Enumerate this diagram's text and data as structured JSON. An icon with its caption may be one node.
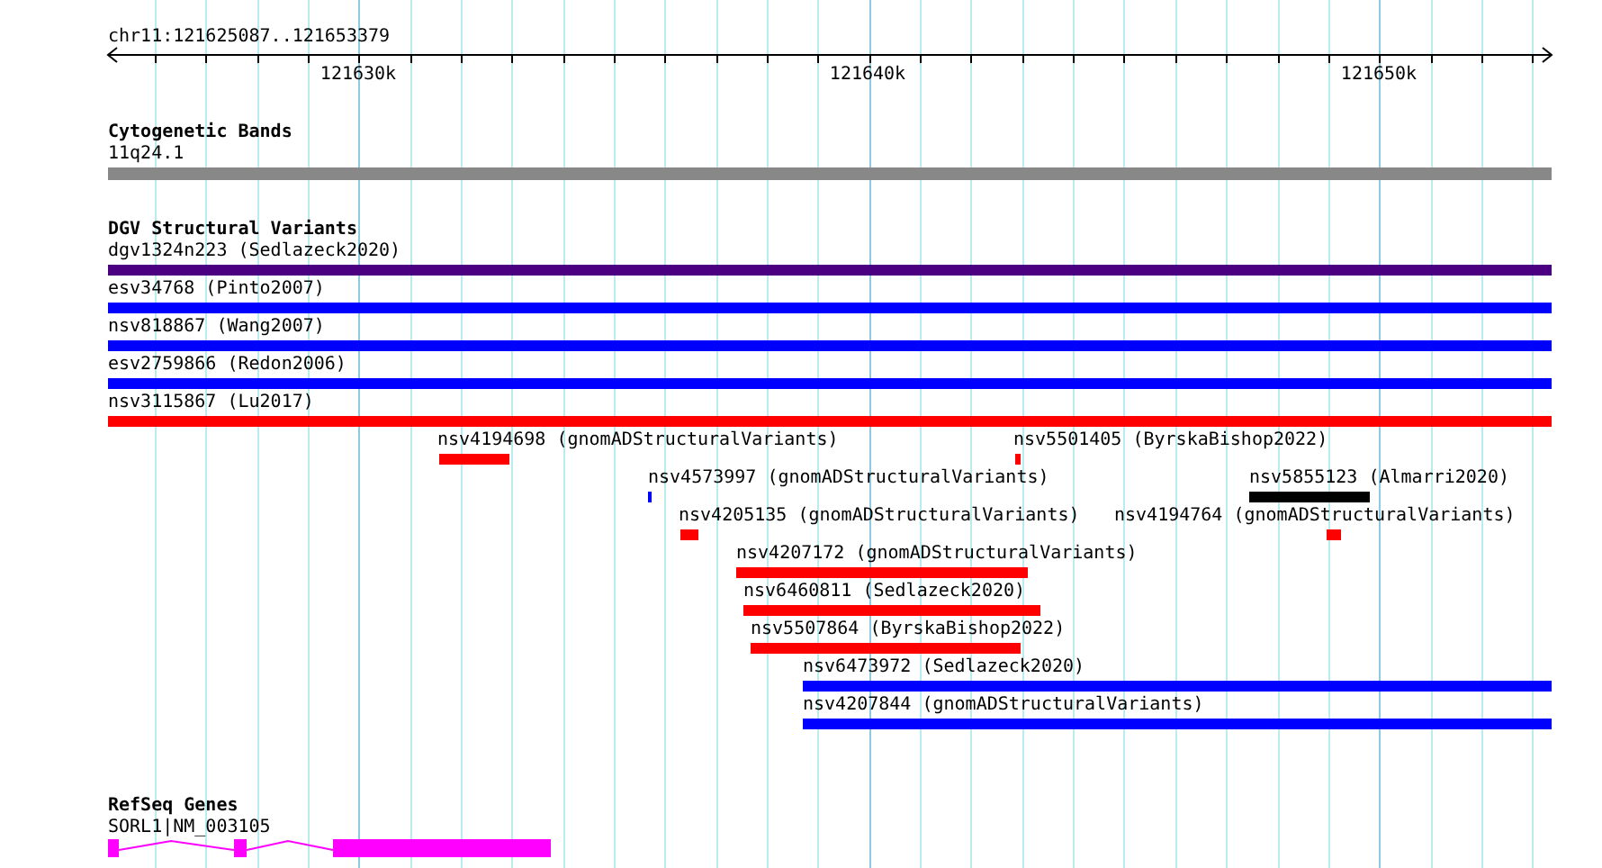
{
  "diagram": {
    "nodes": [
      {
        "text": [
          "11q24.1"
        ]
      },
      {
        "text": [
          "dgv1324n223 (Sedlazeck2020)"
        ]
      },
      {
        "text": [
          "esv34768 (Pinto2007)"
        ]
      },
      {
        "text": [
          "nsv818867 (Wang2007)"
        ]
      },
      {
        "text": [
          "esv2759866 (Redon2006)"
        ]
      },
      {
        "text": [
          "nsv3115867 (Lu2017)"
        ]
      },
      {
        "text": [
          "nsv4194698 (gnomADStructuralVariants)"
        ]
      },
      {
        "text": [
          "nsv5501405 (ByrskaBishop2022)"
        ]
      },
      {
        "text": [
          "nsv4573997 (gnomADStructuralVariants)"
        ]
      },
      {
        "text": [
          "nsv5855123 (Almarri2020)"
        ]
      },
      {
        "text": [
          "nsv4205135 (gnomADStructuralVariants)"
        ]
      },
      {
        "text": [
          "nsv4194764 (gnomADStructuralVariants)"
        ]
      },
      {
        "text": [
          "nsv4207172 (gnomADStructuralVariants)"
        ]
      },
      {
        "text": [
          "nsv6460811 (Sedlazeck2020)"
        ]
      },
      {
        "text": [
          "nsv5507864 (ByrskaBishop2022)"
        ]
      },
      {
        "text": [
          "nsv6473972 (Sedlazeck2020)"
        ]
      },
      {
        "text": [
          "nsv4207844 (gnomADStructuralVariants)"
        ]
      },
      {
        "text": [
          "SORL1|NM_003105"
        ]
      }
    ],
    "edges": [],
    "labels": [
      "chr11:121625087..121653379",
      "121630k",
      "121640k",
      "121650k",
      "Cytogenetic Bands",
      "DGV Structural Variants",
      "RefSeq Genes"
    ]
  }
}
